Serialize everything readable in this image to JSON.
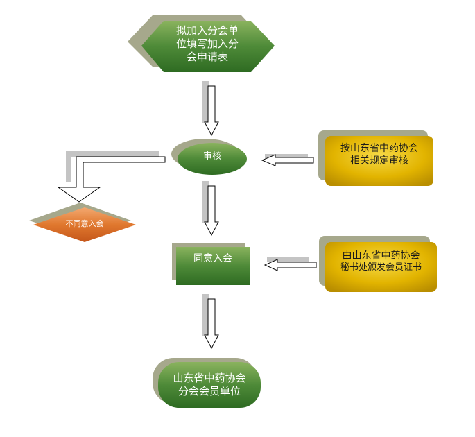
{
  "nodes": {
    "start": {
      "lines": [
        "拟加入分会单",
        "位填写加入分",
        "会申请表"
      ]
    },
    "review": {
      "label": "审核"
    },
    "rejected": {
      "label": "不同意入会"
    },
    "approved": {
      "label": "同意入会"
    },
    "member": {
      "lines": [
        "山东省中药协会",
        "分会会员单位"
      ]
    }
  },
  "notes": {
    "review_rule": {
      "lines": [
        "按山东省中药协会",
        "相关规定审核"
      ]
    },
    "certificate": {
      "lines": [
        "由山东省中药协会",
        "秘书处颁发会员证书"
      ]
    }
  },
  "colors": {
    "green_top": "#8ab35e",
    "green_bottom": "#2e6b22",
    "gold_top": "#f4d23a",
    "gold_bottom": "#b98e00",
    "orange_top": "#f3a870",
    "orange_bottom": "#c4561a",
    "shadow": "#a6a88c",
    "gray_shadow": "#c4c4c4",
    "arrow_stroke": "#000000"
  }
}
